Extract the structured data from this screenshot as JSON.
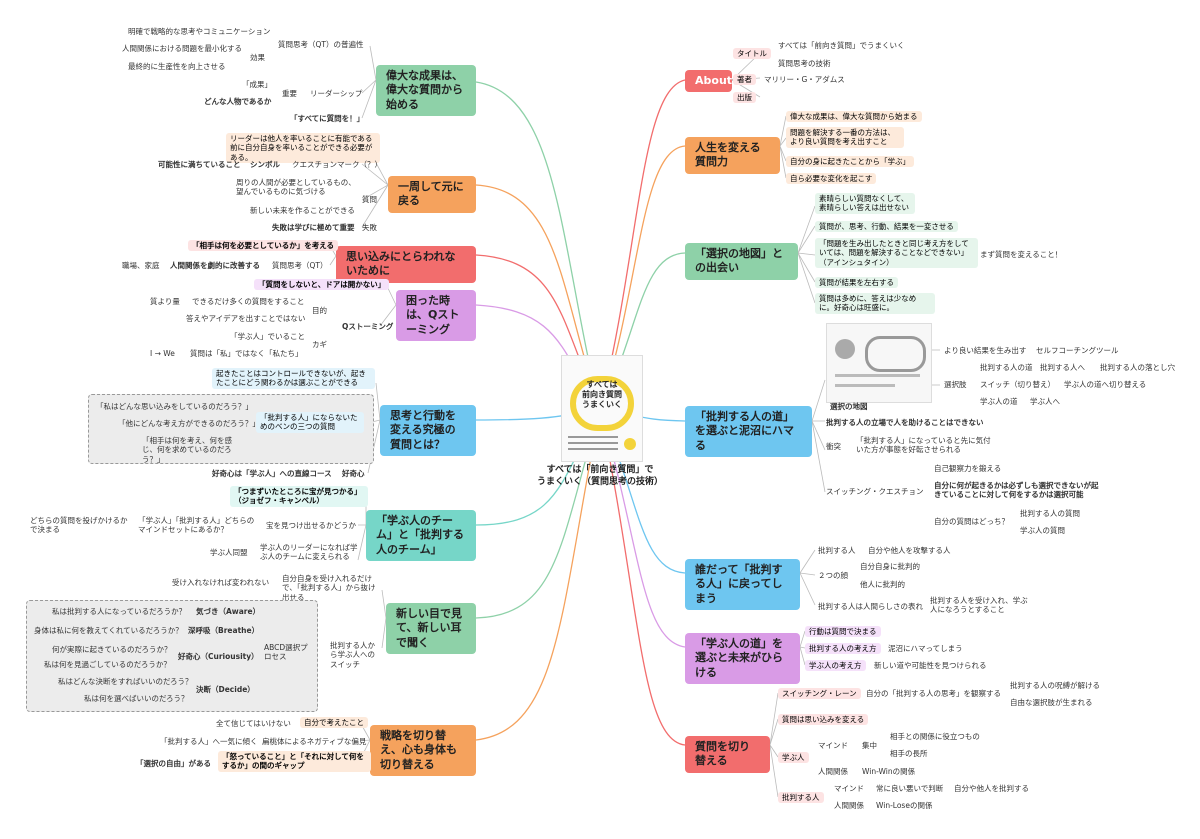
{
  "center": {
    "line1": "すべては「前向き質問」で",
    "line2": "うまくいく（質問思考の技術）",
    "cover_l1": "すべては",
    "cover_l2": "前向き質問",
    "cover_l3": "うまくいく",
    "colors": {
      "about": "#f26d6d",
      "orange": "#f5a25d",
      "green": "#8ed1a8",
      "red": "#f26d6d",
      "purple": "#d99be6",
      "blue": "#6ec6f0",
      "teal": "#76d6c8"
    }
  },
  "main": {
    "about": "About",
    "life": "人生を変える質問力",
    "map": "「選択の地図」との出会い",
    "judge": "「批判する人の道」を選ぶと泥沼にハマる",
    "everyone": "誰だって「批判する人」に戻ってしまう",
    "learner": "「学ぶ人の道」を選ぶと未来がひらける",
    "switch": "質問を切り替える",
    "great": "偉大な成果は、偉大な質問から始める",
    "around": "一周して元に戻る",
    "bias": "思い込みにとらわれないために",
    "stuck": "困った時は、Qストーミング",
    "ultimate": "思考と行動を変える究極の質問とは？",
    "team": "「学ぶ人のチーム」と「批判する人のチーム」",
    "newsee": "新しい目で見て、新しい耳で聞く",
    "strategy": "戦略を切り替え、心も身体も切り替える"
  },
  "r": {
    "title": "タイトル",
    "t1": "すべては「前向き質問」でうまくいく",
    "t2": "質問思考の技術",
    "author_l": "著者",
    "author": "マリリー・G・アダムス",
    "pub": "出版",
    "l1": "偉大な成果は、偉大な質問から始まる",
    "l2": "問題を解決する一番の方法は、より良い質問を考え出すこと",
    "l3": "自分の身に起きたことから「学ぶ」",
    "l4": "自ら必要な変化を起こす",
    "m1": "素晴らしい質問なくして、素晴らしい答えは出せない",
    "m2": "質問が、思考、行動、結果を一変させる",
    "m3": "「問題を生み出したときと同じ考え方をしていては、問題を解決することなどできない」（アインシュタイン）",
    "m3b": "まず質問を変えること！",
    "m4": "質問が結果を左右する",
    "m5": "質問は多めに、答えは少なめに。好奇心は旺盛に。",
    "j_map": "選択の地図",
    "j1": "より良い結果を生み出す",
    "j1b": "セルフコーチングツール",
    "j2": "選択肢",
    "j2a": "批判する人の道",
    "j2b": "批判する人へ",
    "j2c": "批判する人の落とし穴",
    "j3": "スイッチ（切り替え）",
    "j3b": "学ぶ人の道へ切り替える",
    "j4": "学ぶ人の道",
    "j4b": "学ぶ人へ",
    "j5": "批判する人の立場で人を助けることはできない",
    "j6": "衝突",
    "j6b": "「批判する人」になっていると先に気付いた方が事態を好転させられる",
    "j7": "スイッチング・クエスチョン",
    "j7a": "自己観察力を鍛える",
    "j7b": "自分に何が起きるかは必ずしも選択できないが起きていることに対して何をするかは選択可能",
    "j7c": "自分の質問はどっち？",
    "j7d": "批判する人の質問",
    "j7e": "学ぶ人の質問",
    "e1": "批判する人",
    "e1b": "自分や他人を攻撃する人",
    "e2": "２つの顔",
    "e2a": "自分自身に批判的",
    "e2b": "他人に批判的",
    "e3": "批判する人は人間らしさの表れ",
    "e3b": "批判する人を受け入れ、学ぶ人になろうとすること",
    "n1": "行動は質問で決まる",
    "n2": "批判する人の考え方",
    "n2b": "泥沼にハマってしまう",
    "n3": "学ぶ人の考え方",
    "n3b": "新しい道や可能性を見つけられる",
    "s1": "スイッチング・レーン",
    "s1b": "自分の「批判する人の思考」を観察する",
    "s1c": "批判する人の呪縛が解ける",
    "s1d": "自由な選択肢が生まれる",
    "s2": "質問は思い込みを変える",
    "s3": "学ぶ人",
    "s3a": "マインド",
    "s3b": "集中",
    "s3c": "相手との関係に役立つもの",
    "s3d": "相手の長所",
    "s3e": "人間関係",
    "s3f": "Win-Winの関係",
    "s4": "批判する人",
    "s4a": "マインド",
    "s4b": "常に良い悪いで判断",
    "s4c": "自分や他人を批判する",
    "s4d": "人間関係",
    "s4e": "Win-Loseの関係"
  },
  "l": {
    "g1": "明確で戦略的な思考やコミュニケーション",
    "g2": "人間関係における問題を最小化する",
    "g3": "最終的に生産性を向上させる",
    "g4": "効果",
    "g5": "質問思考（QT）の普遍性",
    "g6": "「成果」",
    "g7": "どんな人物であるか",
    "g8": "重要",
    "g9": "リーダーシップ",
    "g10": "「すべてに質問を！」",
    "a1": "リーダーは他人を率いることに有能である前に自分自身を率いることができる必要がある。",
    "a2": "可能性に満ちていること",
    "a3": "シンボル",
    "a4": "クエスチョンマーク（？）",
    "a5": "周りの人間が必要としているもの、望んでいるものに気づける",
    "a6": "新しい未来を作ることができる",
    "a7": "質問",
    "a8": "失敗は学びに極めて重要",
    "a9": "失敗",
    "b1": "「相手は何を必要としているか」を考える",
    "b2": "職場、家庭",
    "b3": "人間関係を劇的に改善する",
    "b4": "質問思考（QT）",
    "q1": "「質問をしないと、ドアは開かない」",
    "q2": "質より量",
    "q3": "できるだけ多くの質問をすること",
    "q4": "答えやアイデアを出すことではない",
    "q5": "目的",
    "q6": "Qストーミング",
    "q7": "「学ぶ人」でいること",
    "q8": "カギ",
    "q9": "I → We",
    "q10": "質問は「私」ではなく「私たち」",
    "u1": "起きたことはコントロールできないが、起きたことにどう関わるかは選ぶことができる",
    "u2": "「私はどんな思い込みをしているのだろう？」",
    "u3": "「他にどんな考え方ができるのだろう？」",
    "u4": "「相手は何を考え、何を感じ、何を求めているのだろう？」",
    "u5": "「批判する人」にならないためのベンの三つの質問",
    "u6": "好奇心は「学ぶ人」への直線コース",
    "u7": "好奇心",
    "c1": "「つまずいたところに宝が見つかる」（ジョゼフ・キャンベル）",
    "c2": "どちらの質問を投げかけるかで決まる",
    "c3": "「学ぶ人」「批判する人」どちらのマインドセットにあるか？",
    "c4": "宝を見つけ出せるかどうか",
    "c5": "学ぶ人同盟",
    "c6": "学ぶ人のリーダーになれば学ぶ人のチームに変えられる",
    "n1": "受け入れなければ変われない",
    "n2": "自分自身を受け入れるだけで、「批判する人」から抜け出せる",
    "n3": "私は批判する人になっているだろうか？",
    "n4": "気づき（Aware）",
    "n5": "身体は私に何を教えてくれているだろうか？",
    "n6": "深呼吸（Breathe）",
    "n7": "何が実際に起きているのだろうか？",
    "n8": "好奇心（Curiousity）",
    "n9": "私は何を見過ごしているのだろうか？",
    "n10": "私はどんな決断をすればいいのだろう？",
    "n11": "決断（Decide）",
    "n12": "私は何を選べばいいのだろう？",
    "n13": "ABCD選択プロセス",
    "n14": "批判する人から学ぶ人へのスイッチ",
    "s1": "全て信じてはいけない",
    "s2": "自分で考えたこと",
    "s3": "「批判する人」へ一気に傾く",
    "s4": "扁桃体によるネガティブな偏見",
    "s5": "「選択の自由」がある",
    "s6": "「怒っていること」と「それに対して何をするか」の間のギャップ"
  }
}
